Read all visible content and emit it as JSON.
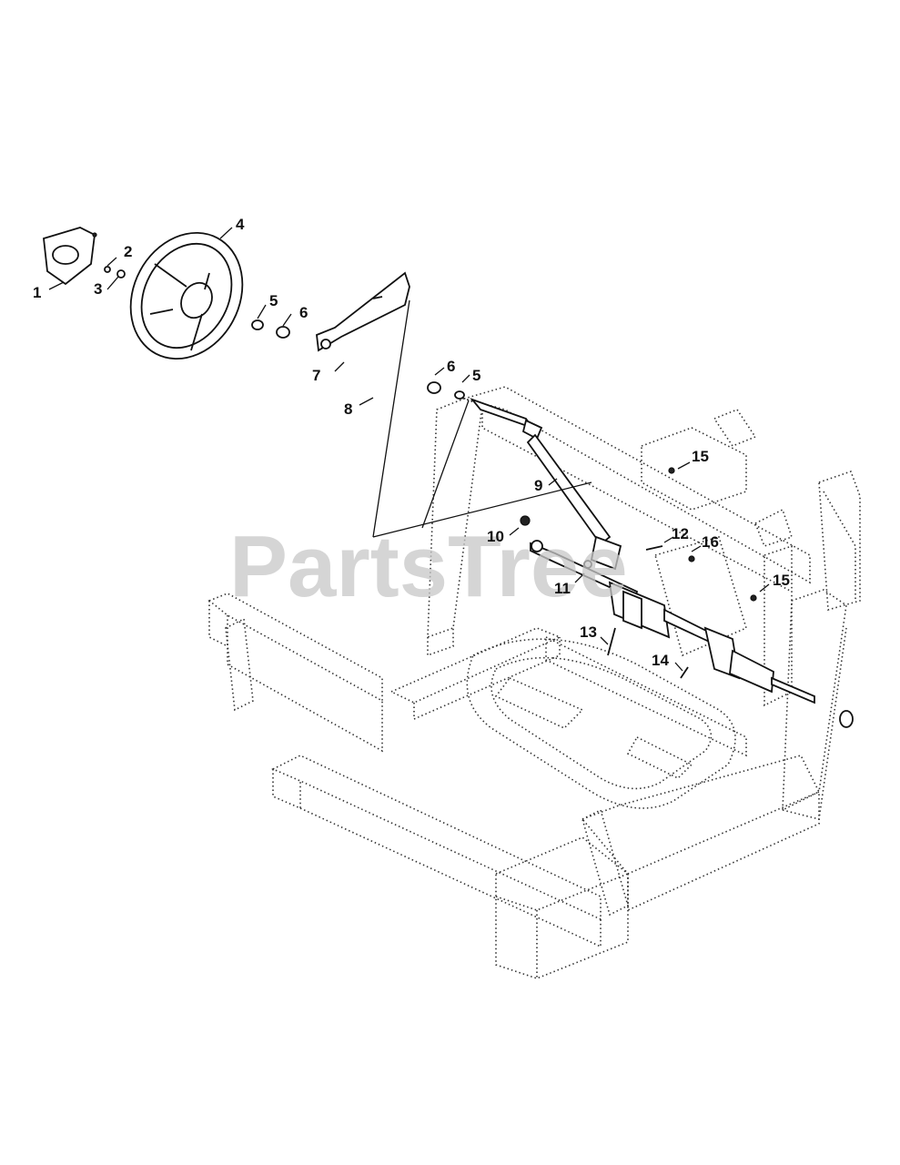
{
  "watermark": "PartsTree",
  "callouts": [
    {
      "id": "c1",
      "label": "1"
    },
    {
      "id": "c2",
      "label": "2"
    },
    {
      "id": "c3",
      "label": "3"
    },
    {
      "id": "c4",
      "label": "4"
    },
    {
      "id": "c5a",
      "label": "5"
    },
    {
      "id": "c6a",
      "label": "6"
    },
    {
      "id": "c7",
      "label": "7"
    },
    {
      "id": "c8",
      "label": "8"
    },
    {
      "id": "c6b",
      "label": "6"
    },
    {
      "id": "c5b",
      "label": "5"
    },
    {
      "id": "c9",
      "label": "9"
    },
    {
      "id": "c15a",
      "label": "15"
    },
    {
      "id": "c10",
      "label": "10"
    },
    {
      "id": "c12",
      "label": "12"
    },
    {
      "id": "c16",
      "label": "16"
    },
    {
      "id": "c11",
      "label": "11"
    },
    {
      "id": "c15b",
      "label": "15"
    },
    {
      "id": "c13",
      "label": "13"
    },
    {
      "id": "c14",
      "label": "14"
    }
  ]
}
